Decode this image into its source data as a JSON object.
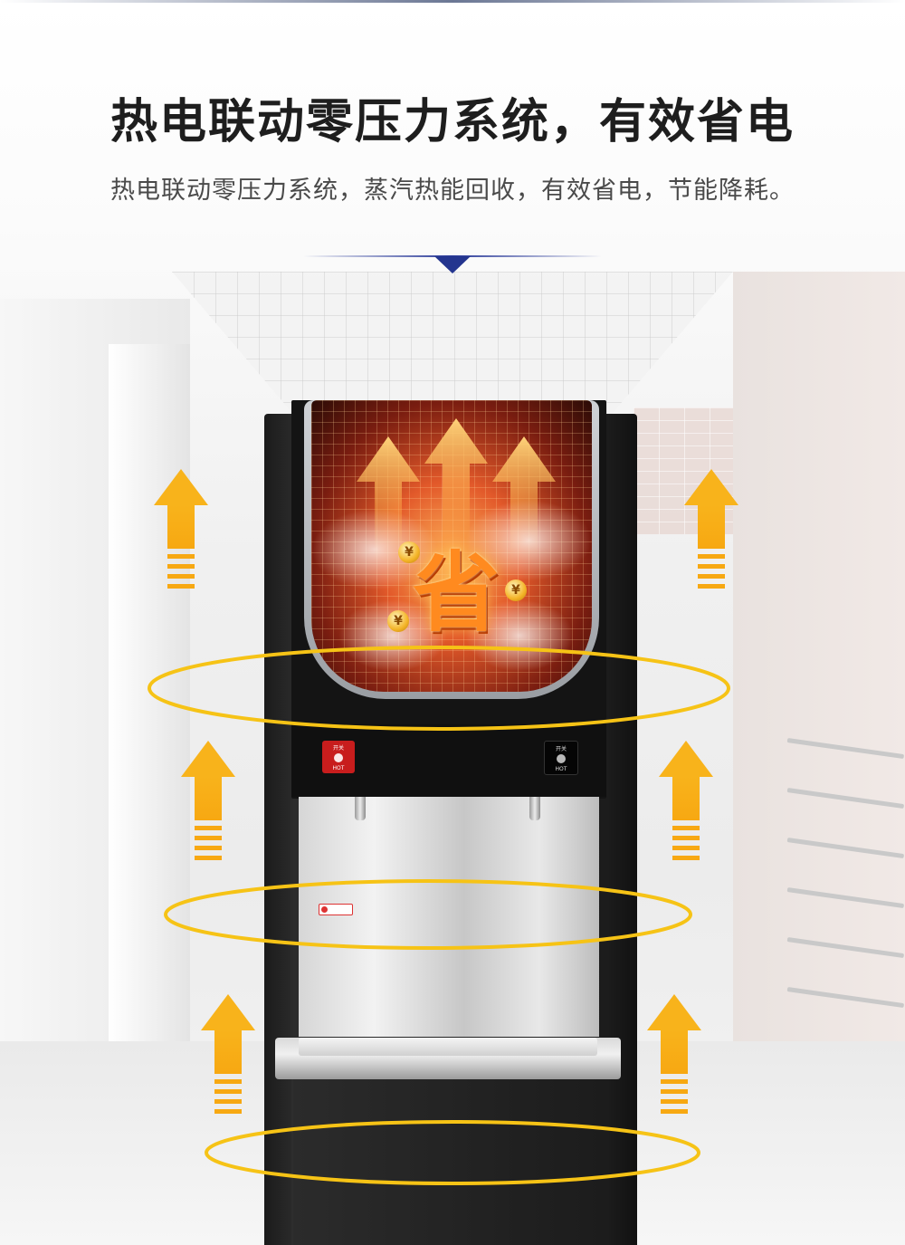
{
  "headline": "热电联动零压力系统，有效省电",
  "subheadline": "热电联动零压力系统，蒸汽热能回收，有效省电，节能降耗。",
  "window_graphic": {
    "center_glyph": "省",
    "coin_symbol": "¥"
  },
  "controls": {
    "left_button": {
      "top_text": "开关",
      "bottom_text": "HOT"
    },
    "right_button": {
      "top_text": "开关",
      "bottom_text": "HOT"
    }
  },
  "colors": {
    "accent_blue": "#24358f",
    "arrow_yellow": "#f8b31b",
    "ring_yellow": "#f6c316",
    "dispenser_body": "#1b1b1b",
    "hot_button_red": "#c81d1d"
  },
  "icons": [
    "chevron-down-icon",
    "up-arrow-icon",
    "energy-ring-icon",
    "yuan-coin-icon"
  ]
}
